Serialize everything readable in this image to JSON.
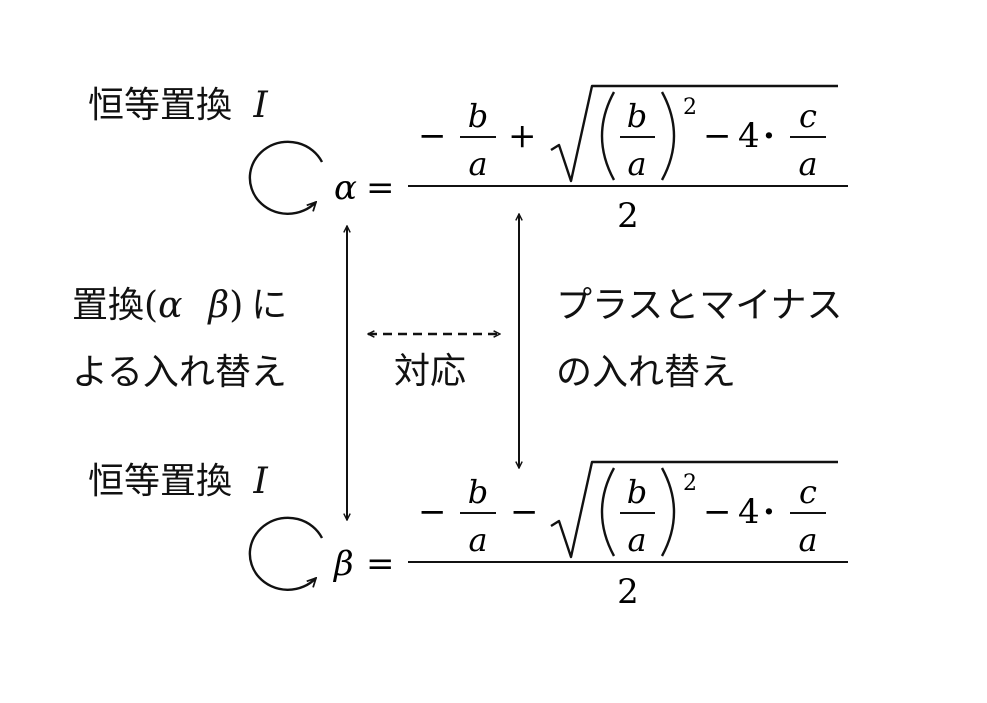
{
  "labels": {
    "identity_top": "恒等置換",
    "identity_bottom": "恒等置換",
    "identity_symbol": "I",
    "swap_roots_line1_prefix": "置換",
    "swap_roots_line1_suffix": "に",
    "swap_roots_line2": "よる入れ替え",
    "correspondence": "対応",
    "sign_swap_line1": "プラスとマイナス",
    "sign_swap_line2": "の入れ替え"
  },
  "symbols": {
    "alpha": "α",
    "beta": "β",
    "paren_open": "(",
    "paren_close": ")"
  },
  "formula_alpha": {
    "lhs": "α",
    "equals": "=",
    "sign_outer": "−",
    "b": "b",
    "a": "a",
    "op": "+",
    "exponent": "2",
    "minus": "−",
    "four": "4",
    "dot": "·",
    "c": "c",
    "denominator": "2"
  },
  "formula_beta": {
    "lhs": "β",
    "equals": "=",
    "sign_outer": "−",
    "b": "b",
    "a": "a",
    "op": "−",
    "exponent": "2",
    "minus": "−",
    "four": "4",
    "dot": "·",
    "c": "c",
    "denominator": "2"
  },
  "colors": {
    "ink": "#111111",
    "background": "#ffffff"
  }
}
